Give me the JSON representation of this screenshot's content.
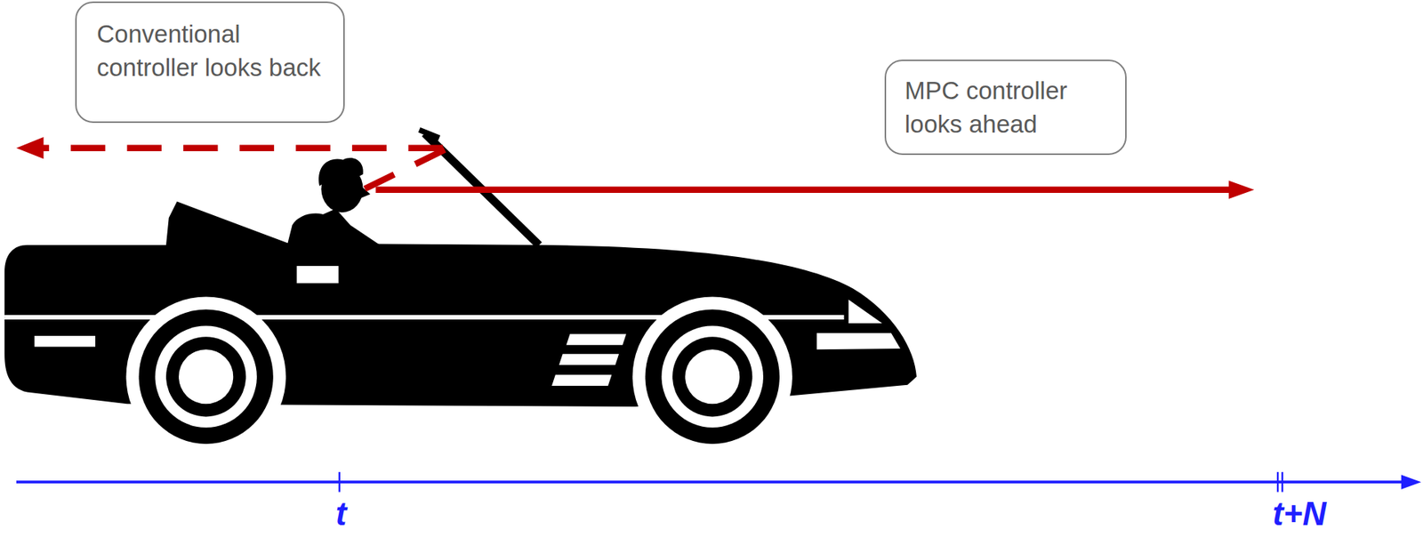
{
  "diagram": {
    "nodes": [
      {
        "text": [
          "Conventional controller looks back"
        ]
      },
      {
        "text": [
          "MPC controller looks ahead"
        ]
      }
    ],
    "labels": [
      "t",
      "t+N"
    ]
  }
}
